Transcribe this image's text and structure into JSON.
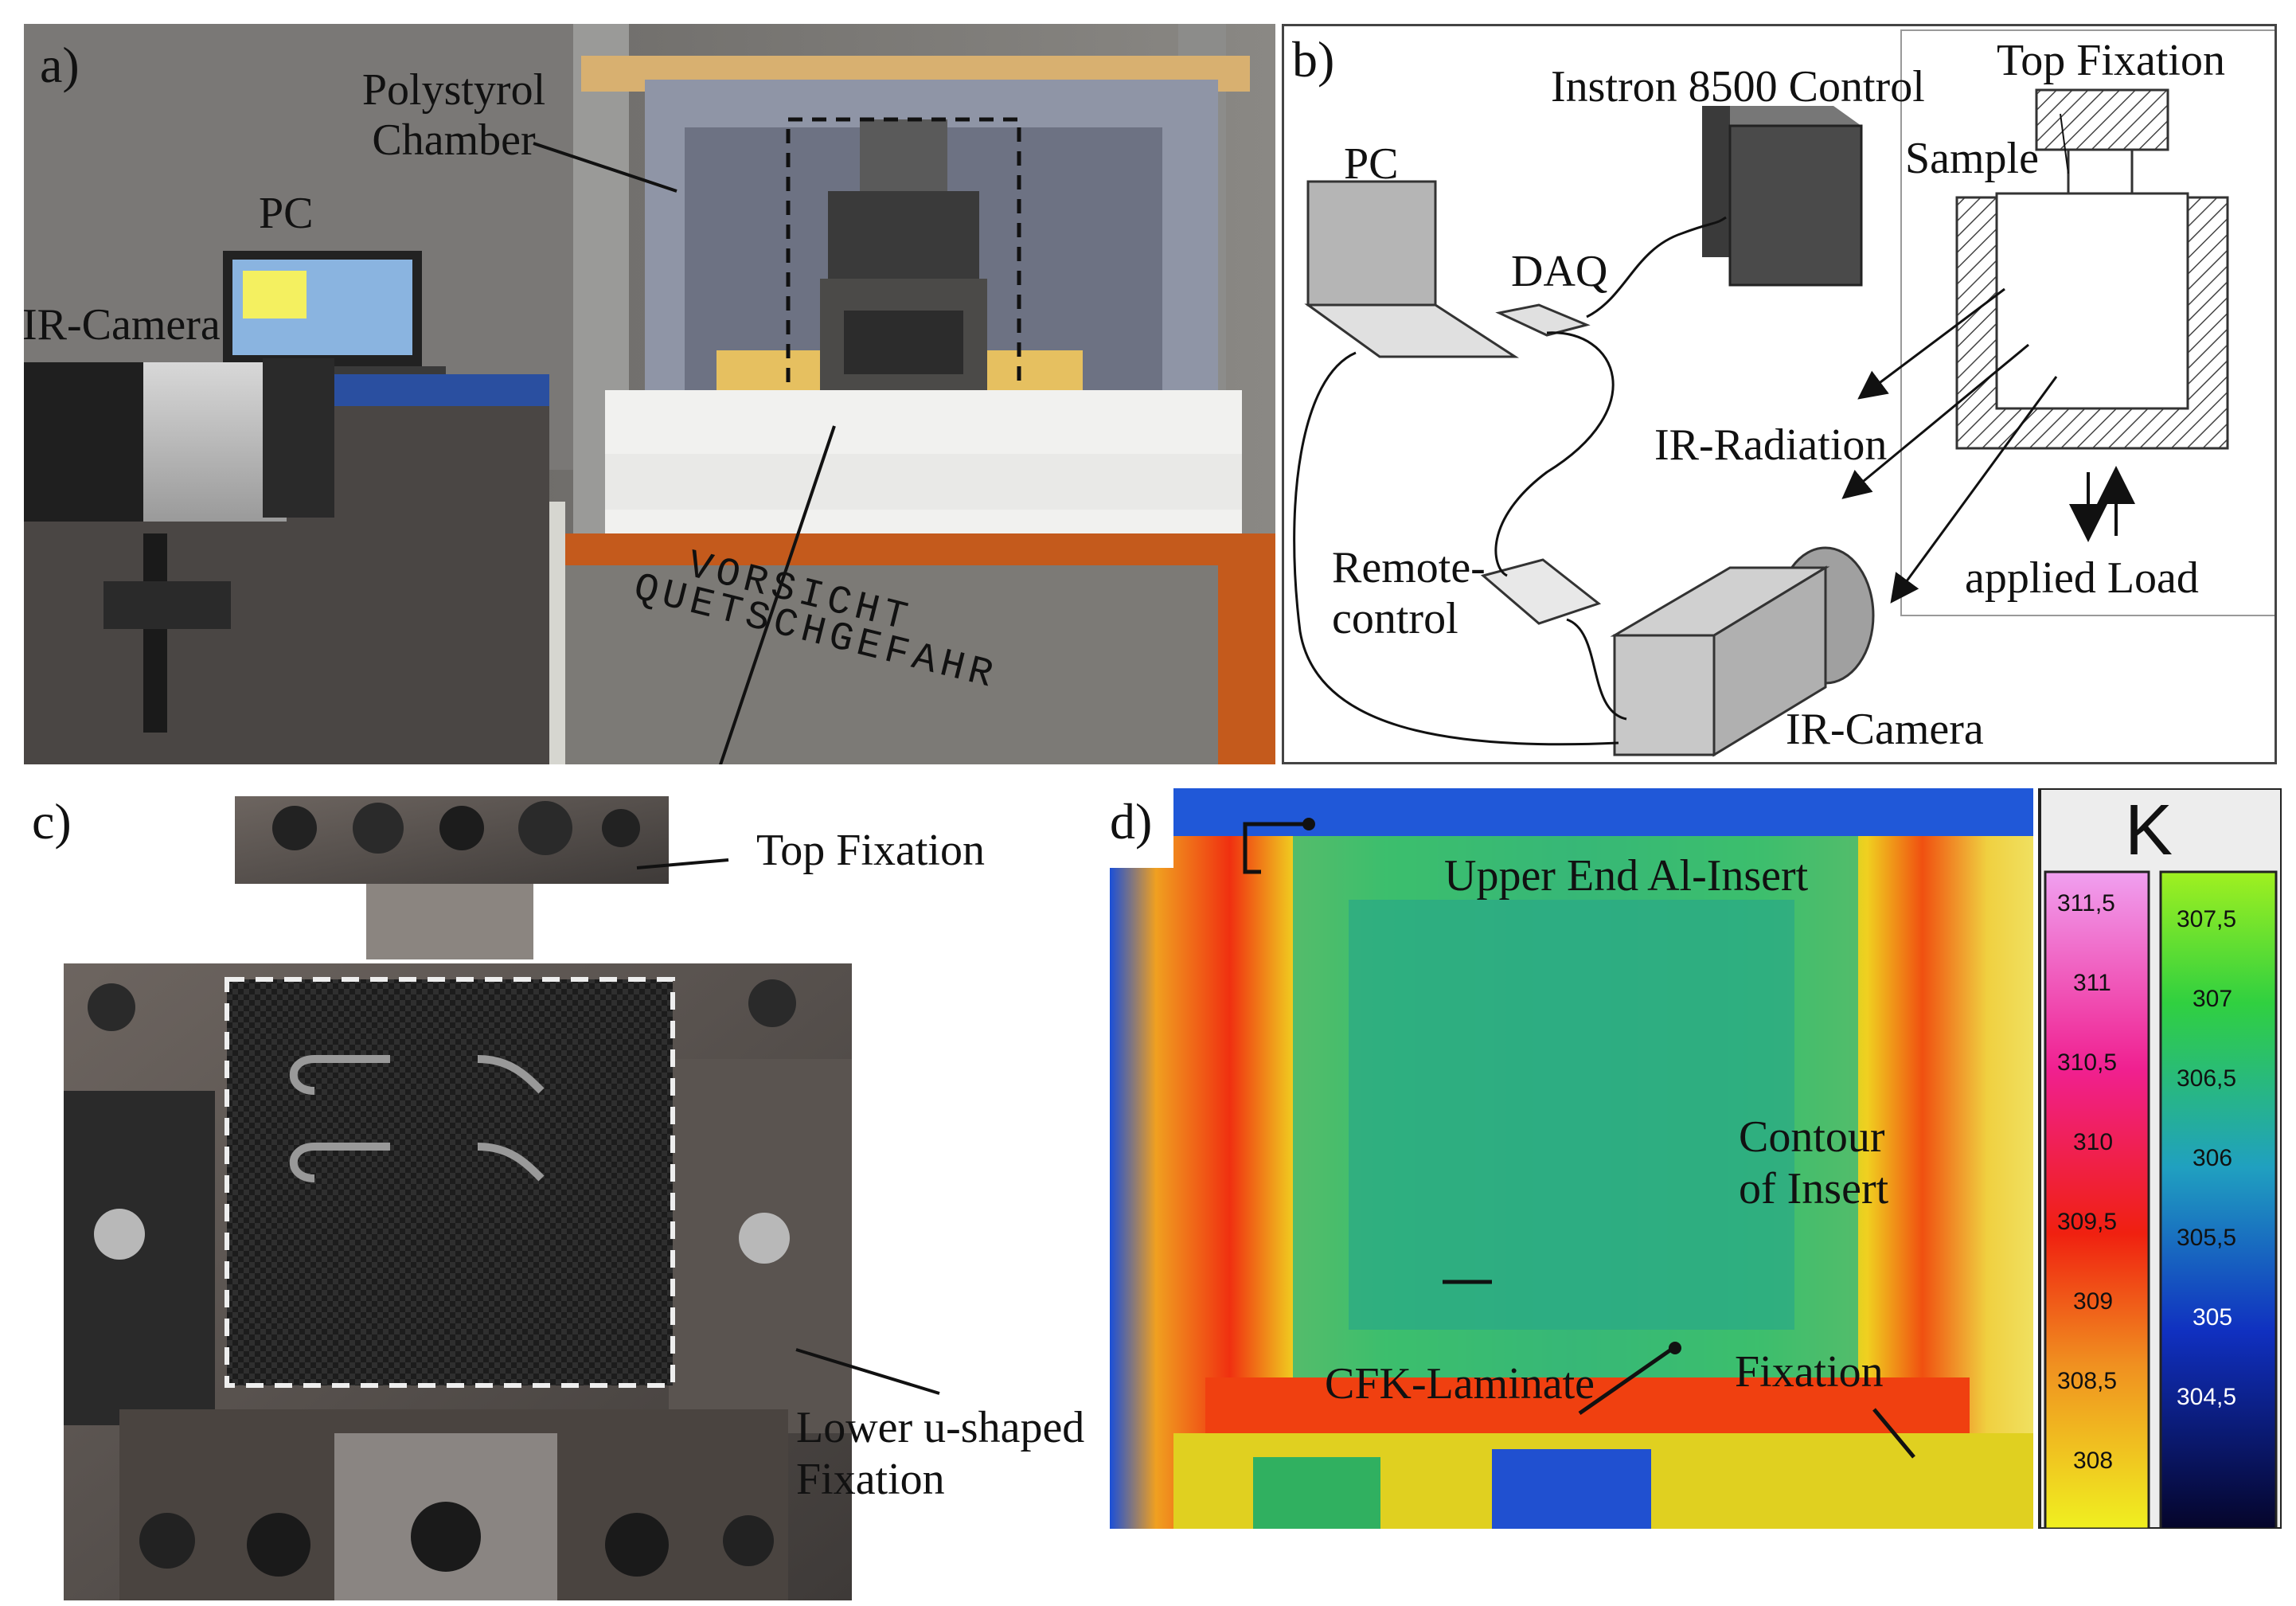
{
  "panels": {
    "a": {
      "label": "a)",
      "polystyrol": "Polystyrol",
      "chamber": "Chamber",
      "pc": "PC",
      "ir_camera": "IR-Camera",
      "warning_line1": "VORSICHT",
      "warning_line2": "QUETSCHGEFAHR"
    },
    "b": {
      "label": "b)",
      "instron": "Instron 8500 Control",
      "top_fixation": "Top Fixation",
      "pc": "PC",
      "sample": "Sample",
      "daq": "DAQ",
      "ir_radiation": "IR-Radiation",
      "remote1": "Remote-",
      "remote2": "control",
      "applied_load": "applied Load",
      "ir_camera": "IR-Camera"
    },
    "c": {
      "label": "c)",
      "top_fixation": "Top Fixation",
      "lower1": "Lower u-shaped",
      "lower2": "Fixation"
    },
    "d": {
      "label": "d)",
      "upper_end": "Upper End Al-Insert",
      "contour1": "Contour",
      "contour2": "of Insert",
      "cfk": "CFK-Laminate",
      "fixation": "Fixation",
      "unit": "K",
      "scale_left": [
        "311,5",
        "311",
        "310,5",
        "310",
        "309,5",
        "309",
        "308,5",
        "308"
      ],
      "scale_right": [
        "307,5",
        "307",
        "306,5",
        "306",
        "305,5",
        "305",
        "304,5"
      ]
    }
  },
  "colors": {
    "scale_left_top": "#f0a0f0",
    "scale_left_bottom": "#f0f020",
    "scale_right_top": "#a0f020",
    "scale_right_bottom": "#05052a"
  }
}
